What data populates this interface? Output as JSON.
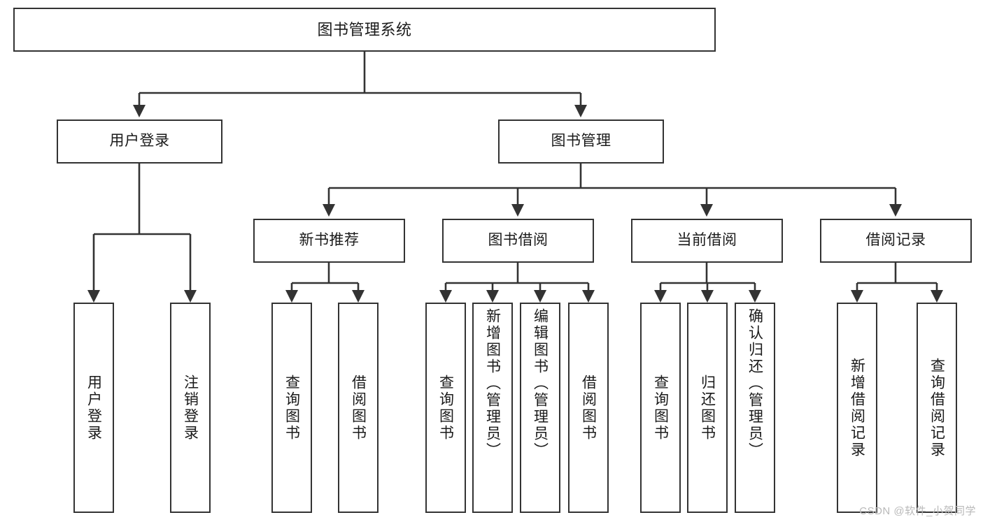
{
  "diagram": {
    "title": "图书管理系统",
    "type": "hierarchy-tree",
    "colors": {
      "border": "#333333",
      "background": "#ffffff",
      "text": "#1a1a1a",
      "watermark": "#b9b9b9"
    },
    "nodes": {
      "root": {
        "label": "图书管理系统"
      },
      "level2": [
        {
          "key": "user_login",
          "label": "用户登录"
        },
        {
          "key": "book_mgmt",
          "label": "图书管理"
        }
      ],
      "level3": [
        {
          "key": "new_book_rec",
          "label": "新书推荐"
        },
        {
          "key": "book_borrow",
          "label": "图书借阅"
        },
        {
          "key": "current_borrow",
          "label": "当前借阅"
        },
        {
          "key": "borrow_record",
          "label": "借阅记录"
        }
      ],
      "leaves": {
        "user_login": [
          {
            "label": "用户登录"
          },
          {
            "label": "注销登录"
          }
        ],
        "new_book_rec": [
          {
            "label": "查询图书"
          },
          {
            "label": "借阅图书"
          }
        ],
        "book_borrow": [
          {
            "label": "查询图书"
          },
          {
            "label": "新增图书（管理员）"
          },
          {
            "label": "编辑图书（管理员）"
          },
          {
            "label": "借阅图书"
          }
        ],
        "current_borrow": [
          {
            "label": "查询图书"
          },
          {
            "label": "归还图书"
          },
          {
            "label": "确认归还（管理员）"
          }
        ],
        "borrow_record": [
          {
            "label": "新增借阅记录"
          },
          {
            "label": "查询借阅记录"
          }
        ]
      }
    },
    "watermark": "CSDN @软件_小贺同学"
  }
}
